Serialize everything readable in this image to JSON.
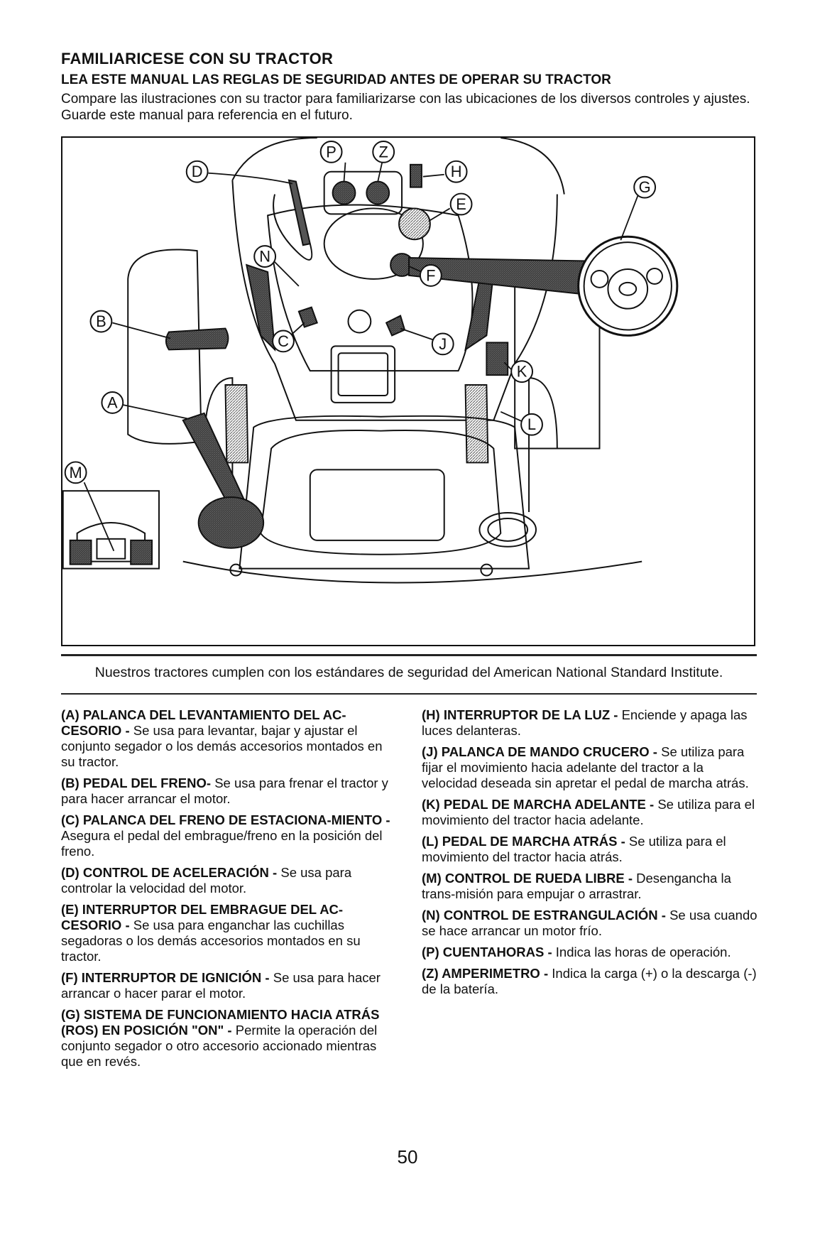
{
  "header": {
    "title": "FAMILIARICESE CON SU TRACTOR",
    "subtitle": "LEA ESTE MANUAL LAS REGLAS DE SEGURIDAD ANTES DE OPERAR SU TRACTOR",
    "intro": "Compare las ilustraciones con su tractor para familiarizarse con las ubicaciones de los diversos controles y ajustes. Guarde este manual para referencia en el futuro."
  },
  "figure": {
    "callouts": {
      "p": "P",
      "z": "Z",
      "d": "D",
      "h": "H",
      "e": "E",
      "g": "G",
      "n": "N",
      "f": "F",
      "b": "B",
      "c": "C",
      "j": "J",
      "k": "K",
      "a": "A",
      "l": "L",
      "m": "M"
    }
  },
  "ansi_note": "Nuestros tractores cumplen con los estándares de seguridad del American National Standard Institute.",
  "descriptions": {
    "left": [
      {
        "term": "(A) PALANCA DEL LEVANTAMIENTO DEL AC-CESORIO -",
        "text": "Se usa para levantar, bajar y ajustar el conjunto segador o los demás accesorios montados en su tractor."
      },
      {
        "term": "(B) PEDAL DEL FRENO-",
        "text": "Se usa para frenar el tractor y para hacer arrancar el motor."
      },
      {
        "term": "(C) PALANCA DEL FRENO DE ESTACIONA-MIENTO -",
        "text": "Asegura el pedal del embrague/freno en la posición del freno."
      },
      {
        "term": "(D) CONTROL DE ACELERACIÓN -",
        "text": "Se usa para controlar la velocidad del motor."
      },
      {
        "term": "(E) INTERRUPTOR DEL EMBRAGUE DEL AC-CESORIO -",
        "text": "Se usa para enganchar las cuchillas segadoras o los demás accesorios montados en su tractor."
      },
      {
        "term": "(F) INTERRUPTOR DE IGNICIÓN -",
        "text": "Se usa para hacer arrancar o hacer parar el motor."
      },
      {
        "term": "(G) SISTEMA DE FUNCIONAMIENTO HACIA ATRÁS (ROS) EN POSICIÓN \"ON\" -",
        "text": "Permite la operación del conjunto segador o otro accesorio accionado mientras que en revés."
      }
    ],
    "right": [
      {
        "term": "(H) INTERRUPTOR DE LA LUZ -",
        "text": "Enciende y apaga las luces delanteras."
      },
      {
        "term": "(J) PALANCA DE MANDO CRUCERO -",
        "text": "Se utiliza para fijar el movimiento hacia adelante del tractor a la velocidad deseada sin apretar el pedal de marcha atrás."
      },
      {
        "term": "(K) PEDAL DE MARCHA ADELANTE -",
        "text": "Se utiliza para el movimiento del tractor hacia adelante."
      },
      {
        "term": "(L) PEDAL DE MARCHA ATRÁS -",
        "text": "Se utiliza para el movimiento del tractor hacia atrás."
      },
      {
        "term": "(M) CONTROL DE RUEDA LIBRE -",
        "text": "Desengancha la trans-misión para empujar o arrastrar."
      },
      {
        "term": "(N) CONTROL DE ESTRANGULACIÓN -",
        "text": "Se usa cuando se hace arrancar un motor frío."
      },
      {
        "term": "(P) CUENTAHORAS -",
        "text": "Indica las horas de operación."
      },
      {
        "term": "(Z) AMPERIMETRO -",
        "text": "Indica la carga (+) o la descarga (-) de la batería."
      }
    ]
  },
  "page_number": "50"
}
